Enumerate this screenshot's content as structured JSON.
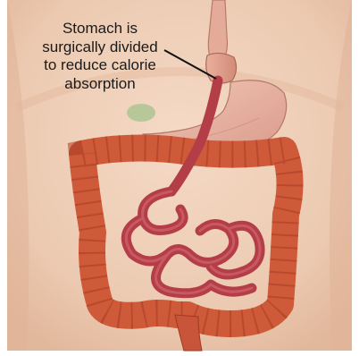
{
  "annotation": {
    "lines": [
      "Stomach is",
      "surgically divided",
      "to reduce calorie",
      "absorption"
    ]
  },
  "parts": {
    "upper_stomach": "upper-stomach-pouch",
    "bypassed_stomach": "bypassed-stomach",
    "small_intestine": "small-intestine",
    "large_intestine": "large-intestine"
  },
  "colors": {
    "background": "#ffffff",
    "skin": "#efcdb4",
    "esophagus": "#dfa08e",
    "stomach": "#e7b19d",
    "small_intestine": "#b43e47",
    "large_intestine": "#cf5a39",
    "gallbladder": "#9fbd8a",
    "text": "#1a1a1a"
  }
}
